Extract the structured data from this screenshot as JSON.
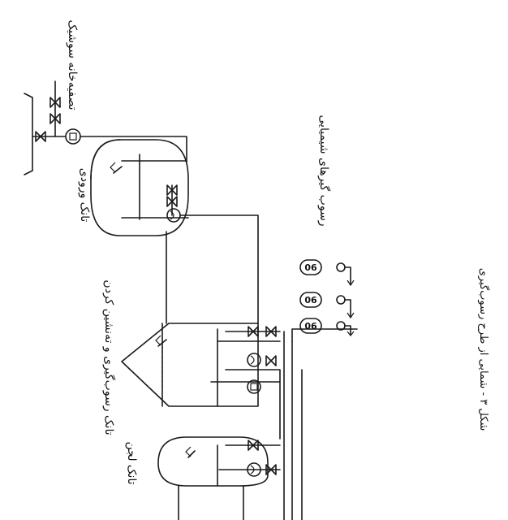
{
  "figure_caption": "شکل ۳ - شمایی از طرح رسوب‌گیری",
  "labels": {
    "feed_tank": "تانک ورودی",
    "fresh_water": "تصفیه‌خانه سوشیک",
    "sediment_settling_tank": "تانک رسوب‌گیری و ته‌نشین کردن",
    "sludge_tank": "تانک لجن",
    "chemicals": "رسوب گیرهای شیمیایی"
  },
  "dosing_tags": [
    "06",
    "06",
    "06"
  ]
}
